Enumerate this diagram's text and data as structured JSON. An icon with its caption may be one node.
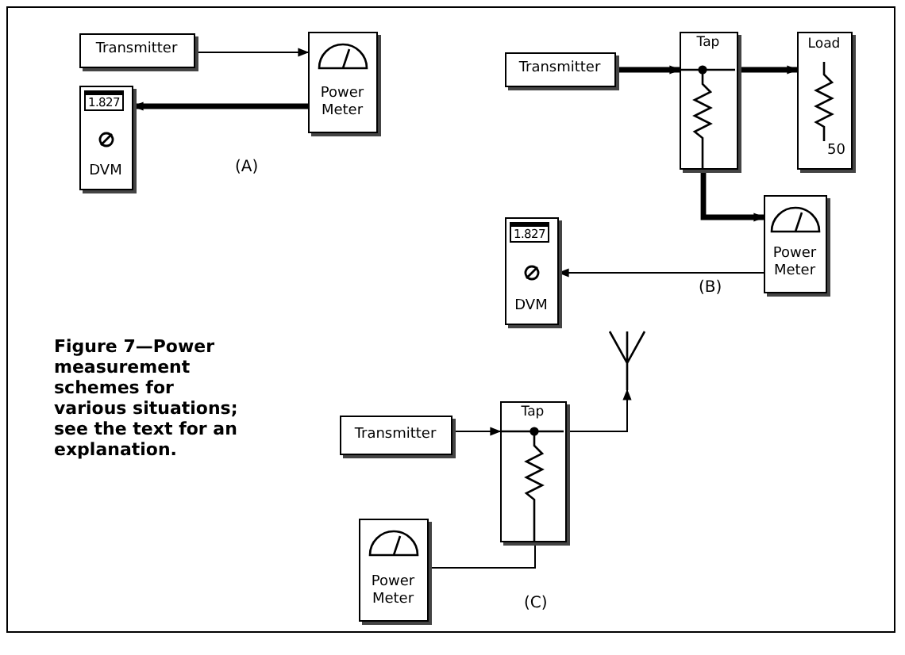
{
  "diagram": {
    "caption": "Figure 7—Power measurement schemes for various situations; see the text for an explanation.",
    "nodes": [
      {
        "text": [
          "Transmitter"
        ]
      },
      {
        "text": [
          "Power Meter"
        ]
      },
      {
        "text": [
          "1.827",
          "DVM"
        ]
      },
      {
        "text": [
          "Transmitter"
        ]
      },
      {
        "text": [
          "Tap"
        ]
      },
      {
        "text": [
          "Load",
          "50"
        ]
      },
      {
        "text": [
          "Power Meter"
        ]
      },
      {
        "text": [
          "1.827",
          "DVM"
        ]
      },
      {
        "text": [
          "Transmitter"
        ]
      },
      {
        "text": [
          "Tap"
        ]
      },
      {
        "text": [],
        "shape": "antenna"
      },
      {
        "text": [
          "Power Meter"
        ]
      }
    ],
    "edges": [
      {
        "from": 0,
        "to": 1,
        "arrow": "to"
      },
      {
        "from": 1,
        "to": 2,
        "arrow": "to",
        "style": "thick"
      },
      {
        "from": 3,
        "to": 4,
        "arrow": "to",
        "style": "thick"
      },
      {
        "from": 4,
        "to": 5,
        "arrow": "to",
        "style": "thick"
      },
      {
        "from": 4,
        "to": 6,
        "arrow": "to",
        "style": "thick"
      },
      {
        "from": 6,
        "to": 7,
        "arrow": "to"
      },
      {
        "from": 8,
        "to": 9,
        "arrow": "to"
      },
      {
        "from": 9,
        "to": 10,
        "arrow": "to"
      },
      {
        "from": 9,
        "to": 11,
        "arrow": "none"
      }
    ],
    "labels": [
      "(A)",
      "(B)",
      "(C)"
    ]
  }
}
